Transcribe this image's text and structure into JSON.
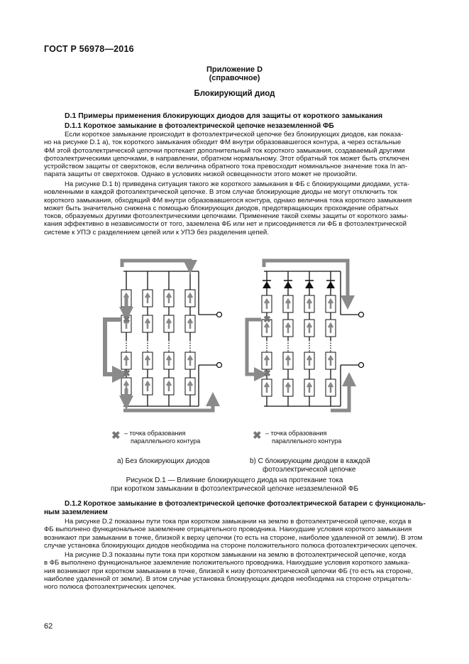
{
  "header": {
    "standard": "ГОСТ Р 56978—2016"
  },
  "appendix": {
    "label": "Приложение D",
    "type": "(справочное)",
    "title": "Блокирующий диод"
  },
  "section_d1": {
    "heading": "D.1 Примеры применения блокирующих диодов для защиты от короткого замыкания"
  },
  "section_d11": {
    "heading": "D.1.1 Короткое замыкание в фотоэлектрической цепочке незаземленной ФБ",
    "para1": [
      "Если короткое замыкание происходит в фотоэлектрической цепочке без блокирующих диодов, как показа-",
      "но на рисунке D.1 а), ток короткого замыкания обходит ФМ внутри образовавшегося контура, а через остальные",
      "ФМ этой фотоэлектрической цепочки протекает дополнительный ток короткого замыкания, создаваемый другими",
      "фотоэлектрическими цепочками, в направлении, обратном нормальному. Этот обратный ток может быть отключен",
      "устройством защиты от сверхтоков, если величина обратного тока превосходит номинальное значение тока Iп ап-",
      "парата защиты от сверхтоков. Однако в условиях низкой освещенности этого может не произойти."
    ],
    "para2": [
      "На рисунке D.1 b) приведена ситуация такого же короткого замыкания в ФБ с блокирующими диодами, уста-",
      "новленными в каждой фотоэлектрической цепочке. В этом случае блокирующие диоды не могут отключить ток",
      "короткого замыкания, обходящий ФМ внутри образовавшегося контура, однако величина тока короткого замыкания",
      "может быть значительно снижена с помощью блокирующих диодов, предотвращающих прохождение обратных",
      "токов, образуемых другими фотоэлектрическими цепочками. Применение такой схемы защиты от короткого замы-",
      "кания эффективно в независимости от того, заземлена ФБ или нет и присоединяется ли ФБ в фотоэлектрической",
      "системе к УПЭ с разделением цепей или к УПЭ без разделения цепей."
    ]
  },
  "figure": {
    "legend_a": [
      "– точка образования",
      "параллельного контура"
    ],
    "legend_b": [
      "– точка образования",
      "параллельного контура"
    ],
    "sub_a": "a) Без блокирующих диодов",
    "sub_b": [
      "b) С блокирующим диодом в каждой",
      "фотоэлектрической цепочке"
    ],
    "caption": [
      "Рисунок D.1 — Влияние блокирующего диода на протекание тока",
      "при коротком замыкании в фотоэлектрической цепочке незаземленной ФБ"
    ]
  },
  "section_d12": {
    "heading": [
      "D.1.2 Короткое замыкание в фотоэлектрической цепочке фотоэлектрической батареи с функциональ-",
      "ным заземлением"
    ],
    "para1": [
      "На рисунке D.2 показаны пути тока при коротком замыкании на землю в фотоэлектрической цепочке, когда в",
      "ФБ выполнено функциональное заземление отрицательного проводника. Наихудшие условия короткого замыкания",
      "возникают при замыкании в точке, близкой к верху цепочки (то есть на стороне, наиболее удаленной от земли). В этом",
      "случае установка блокирующих диодов необходима на стороне положительного полюса фотоэлектрических цепочек."
    ],
    "para2": [
      "На рисунке D.3 показаны пути тока при коротком замыкании на землю в фотоэлектрической цепочке, когда",
      "в ФБ выполнено функциональное заземление положительного проводника. Наихудшие условия короткого замыка-",
      "ния возникают при коротком замыкании в точке, близкой к низу фотоэлектрической цепочки ФБ (то есть на стороне,",
      "наиболее удаленной от земли). В этом случае установка блокирующих диодов необходима на стороне отрицатель-",
      "ного полюса фотоэлектрических цепочек."
    ]
  },
  "page": {
    "number": "62"
  }
}
